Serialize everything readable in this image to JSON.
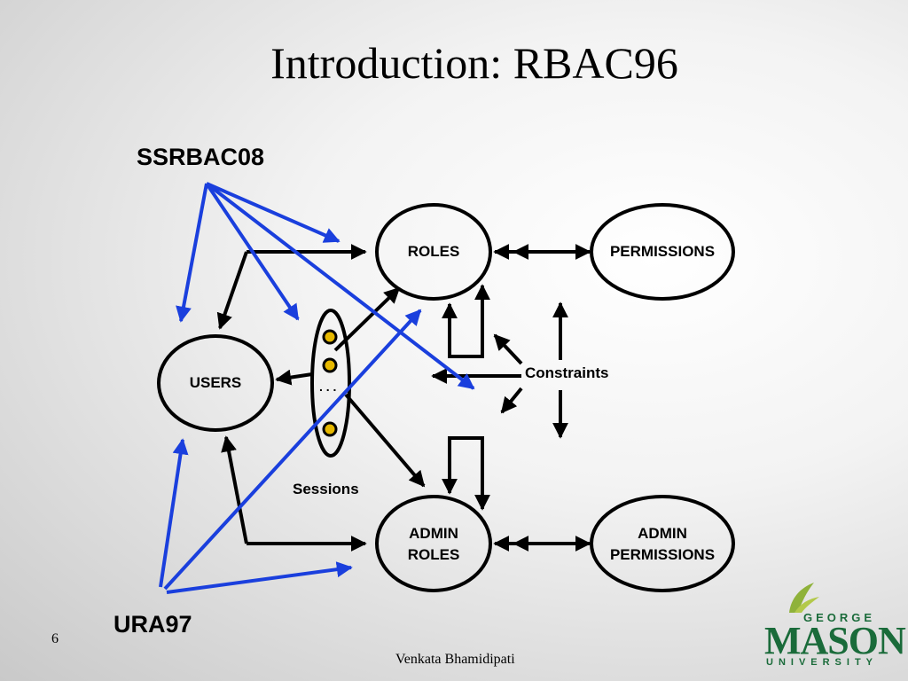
{
  "slide": {
    "title": "Introduction: RBAC96",
    "page_number": "6",
    "author": "Venkata Bhamidipati"
  },
  "diagram": {
    "labels": {
      "ssrbac": "SSRBAC08",
      "ura": "URA97",
      "users": "USERS",
      "roles": "ROLES",
      "permissions": "PERMISSIONS",
      "admin_roles_1": "ADMIN",
      "admin_roles_2": "ROLES",
      "admin_permissions_1": "ADMIN",
      "admin_permissions_2": "PERMISSIONS",
      "constraints": "Constraints",
      "sessions": "Sessions",
      "ellipsis": ". . ."
    },
    "colors": {
      "black_arrows": "#000000",
      "blue_arrows": "#1a3fdd",
      "session_dot": "#e6b800"
    }
  },
  "logo": {
    "george": "GEORGE",
    "mason": "MASON",
    "university": "UNIVERSITY",
    "color": "#1a6b3a"
  }
}
